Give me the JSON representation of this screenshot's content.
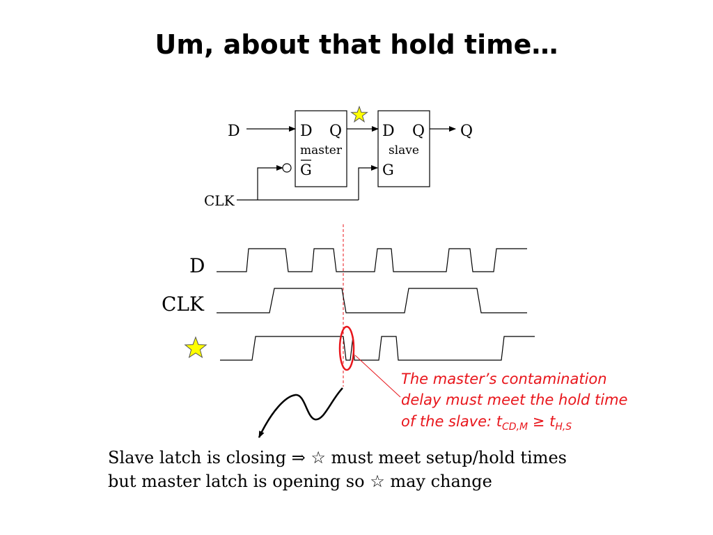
{
  "title": "Um, about that hold time…",
  "diagram": {
    "d_input": "D",
    "q_output": "Q",
    "clk_input": "CLK",
    "master": {
      "d_pin": "D",
      "q_pin": "Q",
      "name": "master",
      "gate_pin": "G"
    },
    "slave": {
      "d_pin": "D",
      "q_pin": "Q",
      "name": "slave",
      "gate_pin": "G"
    }
  },
  "timing": {
    "d_label": "D",
    "clk_label": "CLK"
  },
  "annotation": {
    "line1": "The master’s contamination",
    "line2": "delay must meet the hold time",
    "line3_prefix": "of the slave: t",
    "sub1": "CD,M",
    "ge": " ≥ t",
    "sub2": "H,S",
    "color": "#e8151b"
  },
  "caption": {
    "line1": "Slave latch is closing ⇒ ☆ must meet setup/hold times",
    "line2": "but master latch is opening so ☆ may change"
  },
  "colors": {
    "star_fill": "#ffff00",
    "star_stroke": "#555555",
    "highlight": "#e8151b"
  }
}
